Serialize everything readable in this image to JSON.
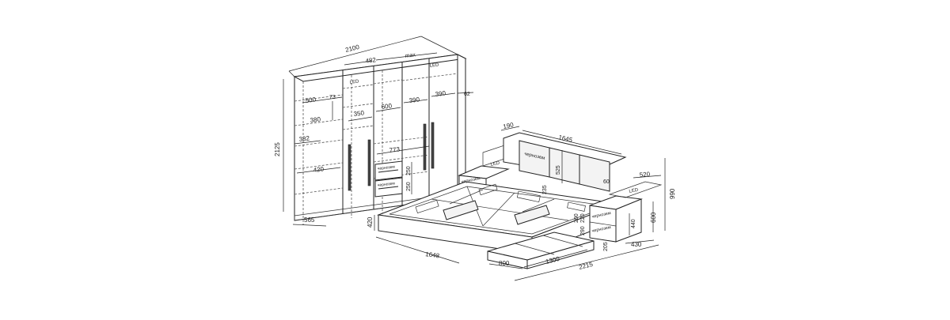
{
  "diagram": {
    "wardrobe": {
      "dims": {
        "width": "2100",
        "height": "2125",
        "depth": "565",
        "section_482": "482",
        "max": "max",
        "led": "LED",
        "led2": "LED",
        "d62": "62",
        "d390a": "390",
        "d390b": "390",
        "d600": "600",
        "d350": "350",
        "d380": "380",
        "d500": "500",
        "d73": "73",
        "d382": "382",
        "d420": "420",
        "d773": "773",
        "d250a": "250",
        "d250b": "250"
      },
      "drawer_labels": [
        "чернозем",
        "чернозем"
      ]
    },
    "bed": {
      "dims": {
        "d190": "190",
        "d1645": "1645",
        "d525": "525",
        "d60": "60",
        "d520": "520",
        "d990": "990",
        "d600": "600",
        "d440": "440",
        "d430": "430",
        "d420": "420",
        "d1648": "1648",
        "d800": "800",
        "d1300": "1300",
        "d2215": "2215",
        "d220": "220",
        "d205": "205",
        "d290": "290",
        "d200": "200",
        "d235": "235"
      },
      "headboard_label": "чернозем",
      "led_left": "LED",
      "led_right": "LED",
      "nightstand_left_label": "чернозем",
      "nightstand_right_labels": [
        "чернозем",
        "чернозем"
      ]
    }
  }
}
